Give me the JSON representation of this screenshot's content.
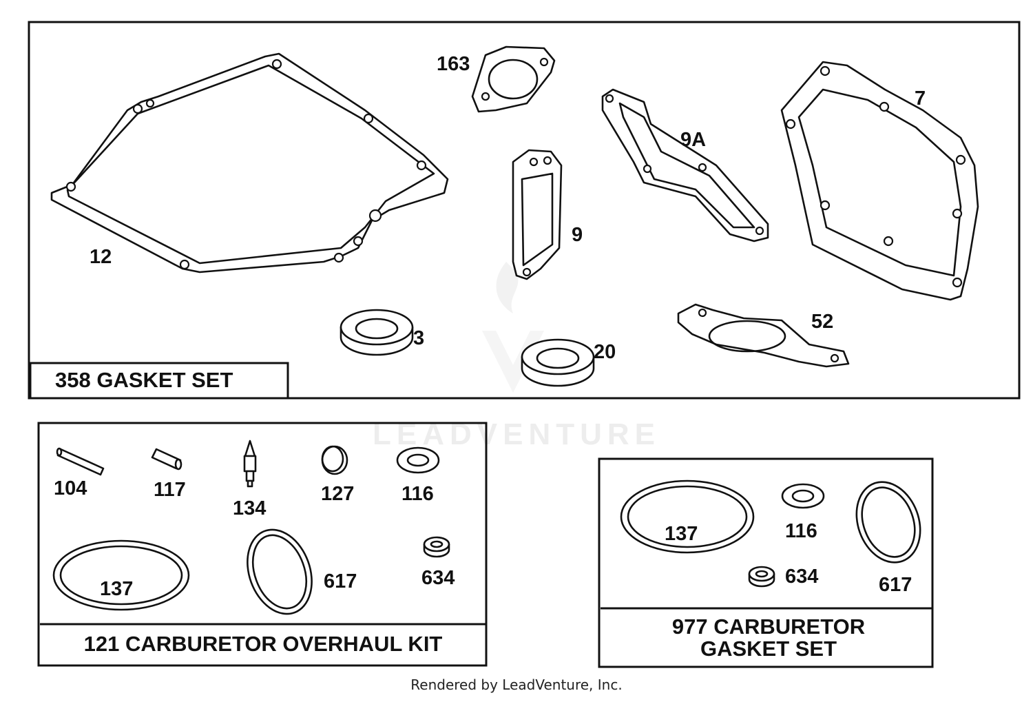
{
  "watermark": {
    "text": "LEADVENTURE"
  },
  "footer": {
    "rendered_by": "Rendered by LeadVenture, Inc."
  },
  "panels": {
    "gasket_set": {
      "title": "358 GASKET SET",
      "labels": [
        "12",
        "163",
        "9A",
        "7",
        "9",
        "3",
        "20",
        "52"
      ]
    },
    "carb_overhaul": {
      "title": "121 CARBURETOR OVERHAUL KIT",
      "labels": [
        "104",
        "117",
        "134",
        "127",
        "116",
        "137",
        "617",
        "634"
      ]
    },
    "carb_gasket": {
      "title_line1": "977 CARBURETOR",
      "title_line2": "GASKET SET",
      "labels": [
        "137",
        "116",
        "634",
        "617"
      ]
    }
  }
}
